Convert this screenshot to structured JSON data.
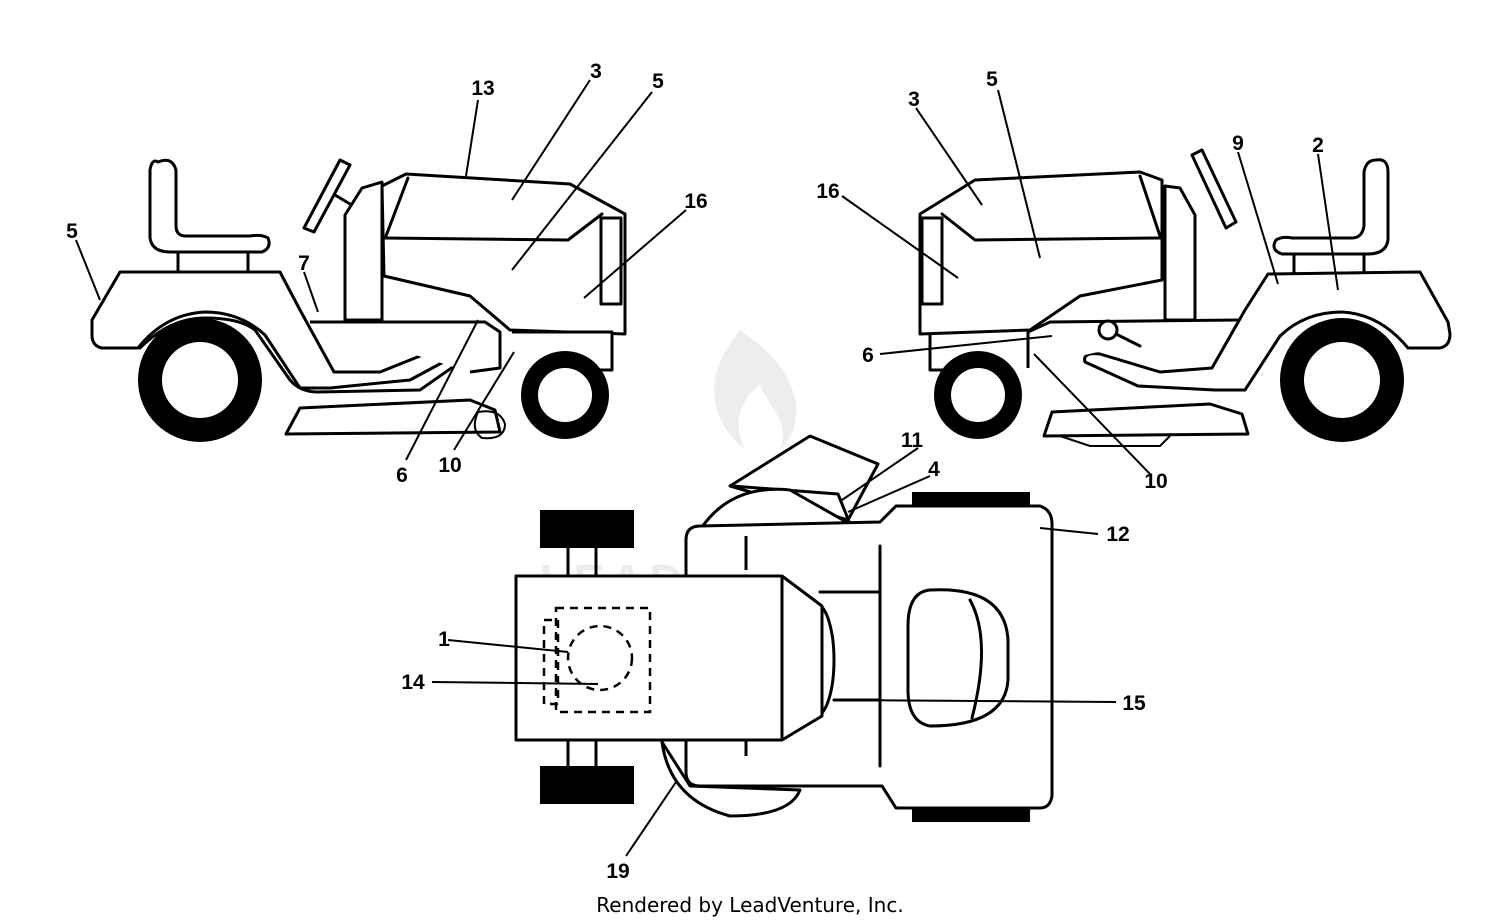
{
  "watermark": "LEADVENTURE",
  "footer": "Rendered by LeadVenture, Inc.",
  "callouts": [
    {
      "id": "lt-13",
      "label": "13"
    },
    {
      "id": "lt-3",
      "label": "3"
    },
    {
      "id": "lt-5a",
      "label": "5"
    },
    {
      "id": "lt-16",
      "label": "16"
    },
    {
      "id": "lt-5b",
      "label": "5"
    },
    {
      "id": "lt-7",
      "label": "7"
    },
    {
      "id": "lt-6",
      "label": "6"
    },
    {
      "id": "lt-10",
      "label": "10"
    },
    {
      "id": "rt-3",
      "label": "3"
    },
    {
      "id": "rt-5",
      "label": "5"
    },
    {
      "id": "rt-9",
      "label": "9"
    },
    {
      "id": "rt-2",
      "label": "2"
    },
    {
      "id": "rt-16",
      "label": "16"
    },
    {
      "id": "rt-6",
      "label": "6"
    },
    {
      "id": "rt-10",
      "label": "10"
    },
    {
      "id": "tp-11",
      "label": "11"
    },
    {
      "id": "tp-4",
      "label": "4"
    },
    {
      "id": "tp-12",
      "label": "12"
    },
    {
      "id": "tp-1",
      "label": "1"
    },
    {
      "id": "tp-14",
      "label": "14"
    },
    {
      "id": "tp-15",
      "label": "15"
    },
    {
      "id": "tp-19",
      "label": "19"
    }
  ]
}
